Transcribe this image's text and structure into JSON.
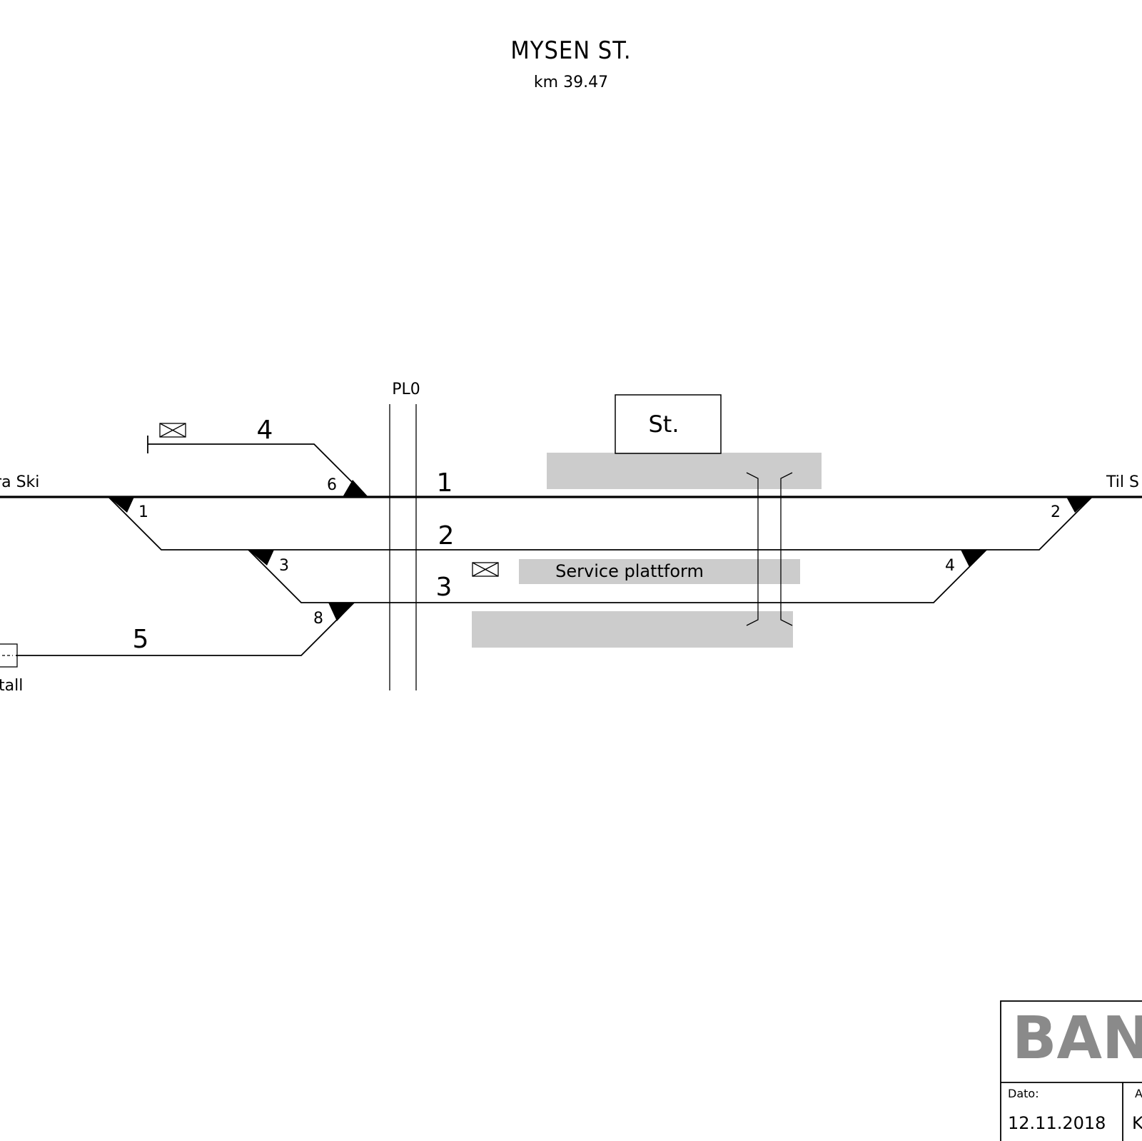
{
  "title": "MYSEN ST.",
  "subtitle": "km 39.47",
  "labels": {
    "from_left": "Fra Ski",
    "to_right": "Til S",
    "pl0": "PL0",
    "station_building": "St.",
    "service_platform": "Service plattform",
    "stall": "tall"
  },
  "tracks": [
    "1",
    "2",
    "3",
    "4",
    "5"
  ],
  "switches": [
    "1",
    "2",
    "3",
    "4",
    "6",
    "8"
  ],
  "title_block": {
    "logo_text": "BANE",
    "date_label": "Dato:",
    "date_value": "12.11.2018",
    "second_label": "A",
    "second_value": "K"
  },
  "colors": {
    "line": "#000000",
    "platform": "#cccccc",
    "logo": "#8a8a8a"
  }
}
